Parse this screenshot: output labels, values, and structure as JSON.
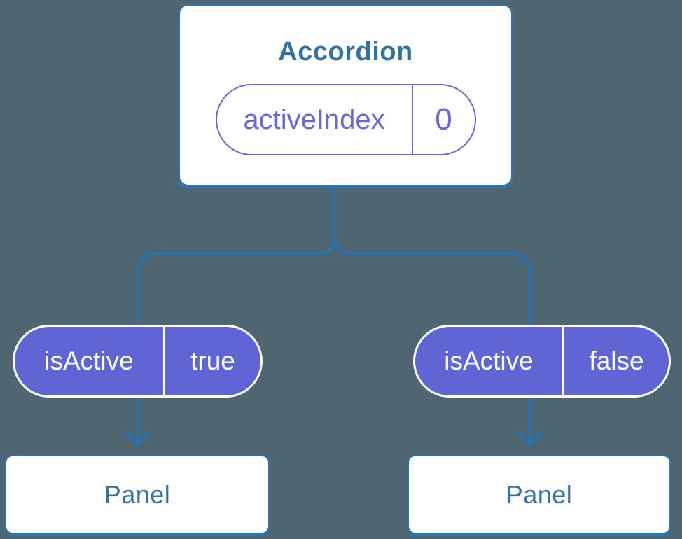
{
  "diagram": {
    "root": {
      "title": "Accordion",
      "prop": {
        "name": "activeIndex",
        "value": "0"
      }
    },
    "children": [
      {
        "state": {
          "name": "isActive",
          "value": "true"
        },
        "node": {
          "title": "Panel"
        }
      },
      {
        "state": {
          "name": "isActive",
          "value": "false"
        },
        "node": {
          "title": "Panel"
        }
      }
    ],
    "colors": {
      "background": "#4D6671",
      "connector_blue": "#2D72A8",
      "card_border_blue": "#2E74AD",
      "card_background": "#FFFFFF",
      "heading_blue": "#34719C",
      "prop_purple": "#6A67DA",
      "state_pill_fill": "#6065D6",
      "state_pill_text": "#FFFFFF"
    }
  }
}
